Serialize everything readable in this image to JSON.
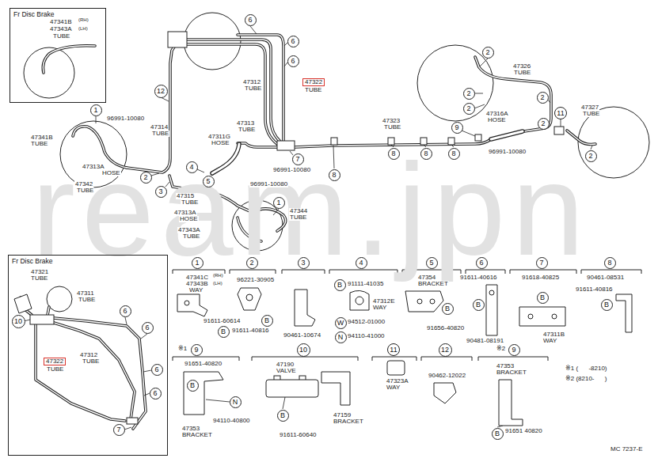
{
  "diagram": {
    "nodes": [
      {
        "text": [
          "Fr Disc Brake"
        ]
      },
      {
        "text": [
          "6"
        ]
      },
      {
        "text": [
          "6"
        ]
      },
      {
        "text": [
          "6"
        ]
      },
      {
        "text": [
          "12"
        ]
      },
      {
        "text": [
          "1"
        ]
      },
      {
        "text": [
          "2"
        ]
      },
      {
        "text": [
          "3"
        ]
      },
      {
        "text": [
          "4"
        ]
      },
      {
        "text": [
          "5"
        ]
      },
      {
        "text": [
          "7"
        ]
      },
      {
        "text": [
          "8"
        ]
      },
      {
        "text": [
          "8"
        ]
      },
      {
        "text": [
          "8"
        ]
      },
      {
        "text": [
          "8"
        ]
      },
      {
        "text": [
          "9"
        ]
      },
      {
        "text": [
          "1"
        ]
      },
      {
        "text": [
          "2"
        ]
      },
      {
        "text": [
          "2"
        ]
      },
      {
        "text": [
          "2"
        ]
      },
      {
        "text": [
          "2"
        ]
      },
      {
        "text": [
          "2"
        ]
      },
      {
        "text": [
          "11"
        ]
      },
      {
        "text": [
          "2"
        ]
      },
      {
        "text": [
          "Fr Disc Brake"
        ]
      },
      {
        "text": [
          "10"
        ],
        "in": 24
      },
      {
        "text": [
          "6"
        ],
        "in": 24
      },
      {
        "text": [
          "6"
        ],
        "in": 24
      },
      {
        "text": [
          "6"
        ],
        "in": 24
      },
      {
        "text": [
          "6"
        ],
        "in": 24
      },
      {
        "text": [
          "7"
        ],
        "in": 24
      },
      {
        "text": [
          "1"
        ]
      },
      {
        "text": [
          "2"
        ]
      },
      {
        "text": [
          "3"
        ]
      },
      {
        "text": [
          "4"
        ]
      },
      {
        "text": [
          "5"
        ]
      },
      {
        "text": [
          "6"
        ]
      },
      {
        "text": [
          "7"
        ]
      },
      {
        "text": [
          "8"
        ]
      },
      {
        "text": [
          "B"
        ]
      },
      {
        "text": [
          "B"
        ]
      },
      {
        "text": [
          "B"
        ]
      },
      {
        "text": [
          "W"
        ]
      },
      {
        "text": [
          "N"
        ]
      },
      {
        "text": [
          "B"
        ]
      },
      {
        "text": [
          "B"
        ]
      },
      {
        "text": [
          "B"
        ]
      },
      {
        "text": [
          "B"
        ]
      },
      {
        "text": [
          "9"
        ]
      },
      {
        "text": [
          "10"
        ]
      },
      {
        "text": [
          "11"
        ]
      },
      {
        "text": [
          "12"
        ]
      },
      {
        "text": [
          "9"
        ]
      },
      {
        "text": [
          "B"
        ]
      },
      {
        "text": [
          "N"
        ]
      },
      {
        "text": [
          "B"
        ]
      },
      {
        "text": [
          "B"
        ]
      }
    ],
    "labels": [
      "47341B",
      "(RH)",
      "47343A",
      "(LH)",
      "TUBE",
      "96991-10080",
      "47314",
      "TUBE",
      "47341B",
      "TUBE",
      "47313A",
      "HOSE",
      "47342",
      "TUBE",
      "47311G",
      "HOSE",
      "47313",
      "TUBE",
      "47312",
      "TUBE",
      "47322",
      "TUBE",
      "96991-10080",
      "96991-10080",
      "47315",
      "TUBE",
      "47313A",
      "HOSE",
      "47343A",
      "TUBE",
      "47344",
      "TUBE",
      "47323",
      "TUBE",
      "96991-10080",
      "47326",
      "TUBE",
      "47316A",
      "HOSE",
      "47327",
      "TUBE",
      "47321",
      "TUBE",
      "47311",
      "TUBE",
      "47312",
      "TUBE",
      "47322",
      "TUBE",
      "47341C",
      "(RH)",
      "47343B",
      "(LH)",
      "WAY",
      "91611-60614",
      "96221-30905",
      "91611-40816",
      "90461-10674",
      "91111-41035",
      "47312E",
      "WAY",
      "94512-01000",
      "94110-41000",
      "47354",
      "BRACKET",
      "91656-40820",
      "91611-40616",
      "90481-08191",
      "91618-40825",
      "47311B",
      "WAY",
      "90461-08531",
      "91611-40816",
      "※1",
      "91651-40820",
      "94110-40800",
      "47353",
      "BRACKET",
      "47190",
      "VALVE",
      "91611-60640",
      "47159",
      "BRACKET",
      "47323A",
      "WAY",
      "90462-12022",
      "※2",
      "47353",
      "BRACKET",
      "91651 40820",
      "※1 (      -8210)",
      "※2 (8210-      )",
      "MC 7237-E",
      "ream.jpn"
    ]
  }
}
